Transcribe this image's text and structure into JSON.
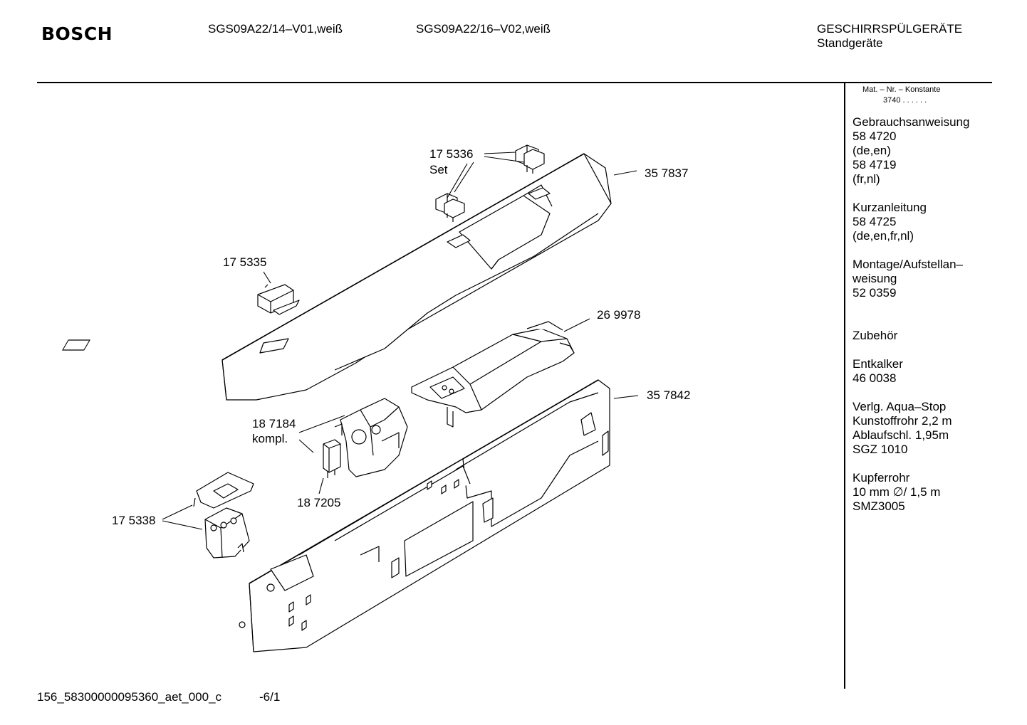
{
  "header": {
    "brand": "BOSCH",
    "model_1": "SGS09A22/14–V01,weiß",
    "model_2": "SGS09A22/16–V02,weiß",
    "category": "GESCHIRRSPÜLGERÄTE",
    "subcategory": "Standgeräte"
  },
  "sidebar": {
    "mat_title": "Mat. – Nr. – Konstante",
    "mat_value": "3740 . .  .  .  .  .",
    "lines": [
      "Gebrauchsanweisung",
      "58 4720",
      "(de,en)",
      "58 4719",
      "(fr,nl)",
      "",
      "Kurzanleitung",
      "58 4725",
      "(de,en,fr,nl)",
      "",
      "Montage/Aufstellan–",
      "weisung",
      "52 0359",
      "",
      "",
      "Zubehör",
      "",
      "Entkalker",
      "46 0038",
      "",
      "Verlg. Aqua–Stop",
      "Kunstoffrohr 2,2 m",
      "Ablaufschl. 1,95m",
      "SGZ 1010",
      "",
      "Kupferrohr",
      "10 mm ∅/ 1,5 m",
      "SMZ3005"
    ]
  },
  "parts": {
    "p175336": "17 5336",
    "p175336_set": "Set",
    "p357837": "35 7837",
    "p175335": "17 5335",
    "p269978": "26 9978",
    "p357842": "35 7842",
    "p187184": "18 7184",
    "p187184_kompl": "kompl.",
    "p187205": "18 7205",
    "p175338": "17 5338"
  },
  "footer": {
    "code": "156_58300000095360_aet_000_c",
    "page": "-6/1"
  }
}
